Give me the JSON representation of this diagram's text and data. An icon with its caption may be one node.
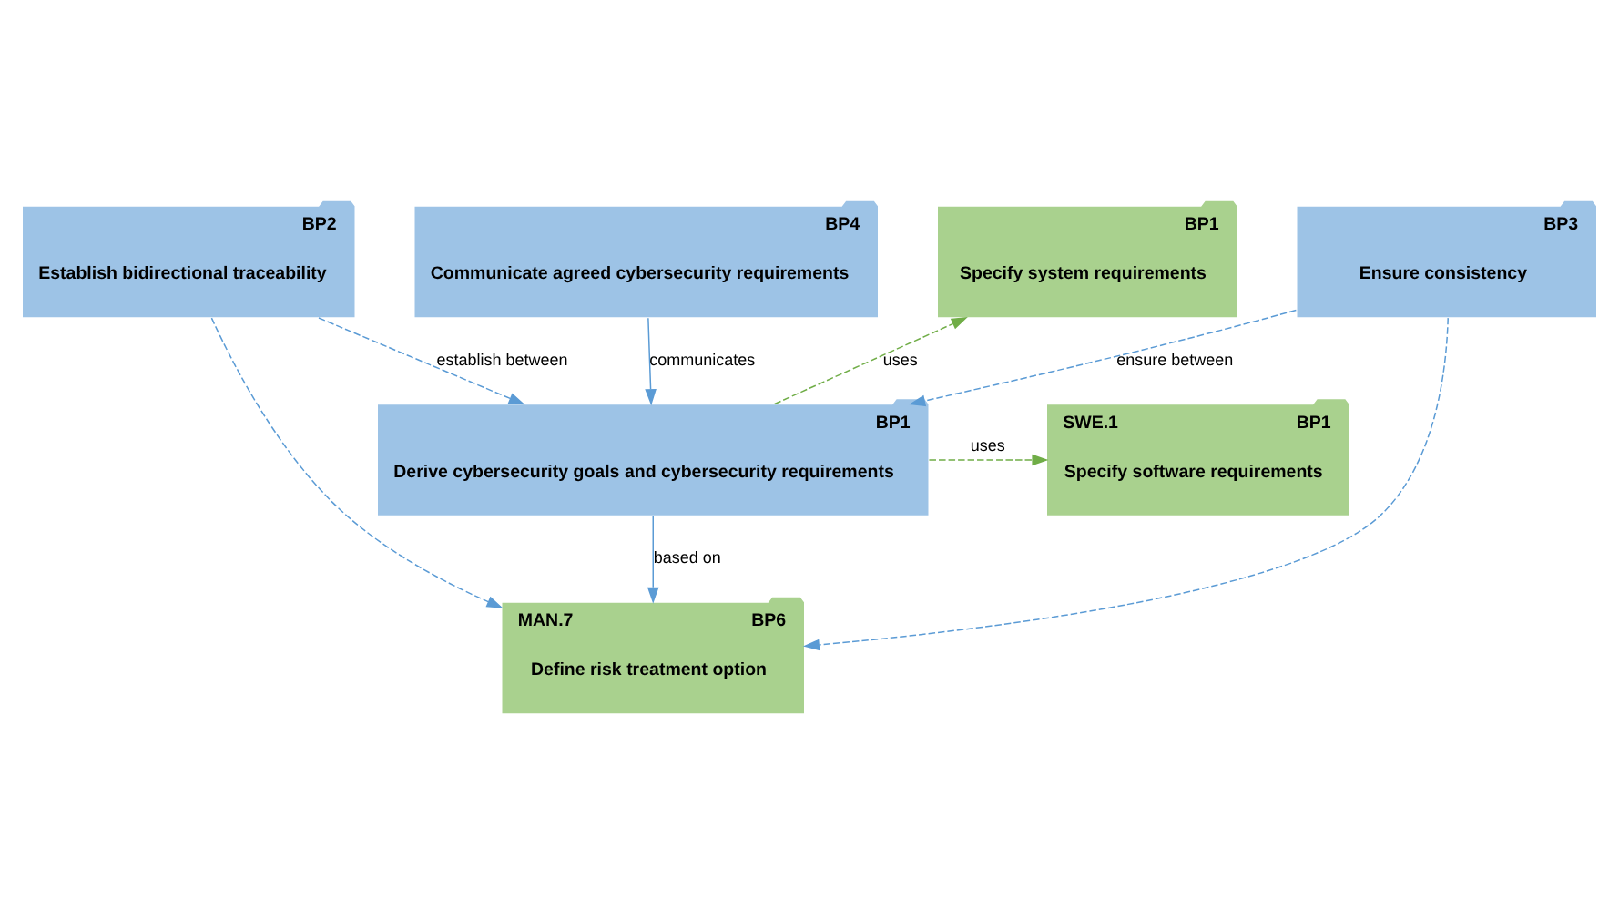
{
  "diagram": {
    "nodes": [
      {
        "text": [
          "BP1",
          "Specify system requirements"
        ]
      },
      {
        "text": [
          "SWE.1",
          "BP1",
          "Specify software requirements"
        ]
      },
      {
        "text": [
          "BP4",
          "Communicate agreed cybersecurity requirements"
        ]
      },
      {
        "text": [
          "BP1",
          "Derive cybersecurity goals and cybersecurity requirements"
        ]
      },
      {
        "text": [
          "BP2",
          "Establish bidirectional traceability"
        ]
      },
      {
        "text": [
          "BP3",
          "Ensure consistency"
        ]
      },
      {
        "text": [
          "MAN.7",
          "BP6",
          "Define risk treatment option"
        ]
      }
    ],
    "edges": [
      {
        "from": 3,
        "to": 0,
        "arrow": "to",
        "label": "uses",
        "style": "dashed",
        "color": "#70ad47"
      },
      {
        "from": 3,
        "to": 1,
        "arrow": "to",
        "label": "uses",
        "style": "dashed",
        "color": "#70ad47"
      },
      {
        "from": 2,
        "to": 3,
        "arrow": "to",
        "label": "communicates"
      },
      {
        "from": 4,
        "to": 3,
        "arrow": "to",
        "label": "establish between",
        "style": "dashed"
      },
      {
        "from": 4,
        "to": 6,
        "arrow": "to",
        "style": "dashed"
      },
      {
        "from": 3,
        "to": 6,
        "arrow": "to",
        "label": "based on"
      },
      {
        "from": 5,
        "to": 3,
        "arrow": "to",
        "label": "ensure between",
        "style": "dashed"
      },
      {
        "from": 5,
        "to": 6,
        "arrow": "to",
        "style": "dashed"
      }
    ]
  }
}
